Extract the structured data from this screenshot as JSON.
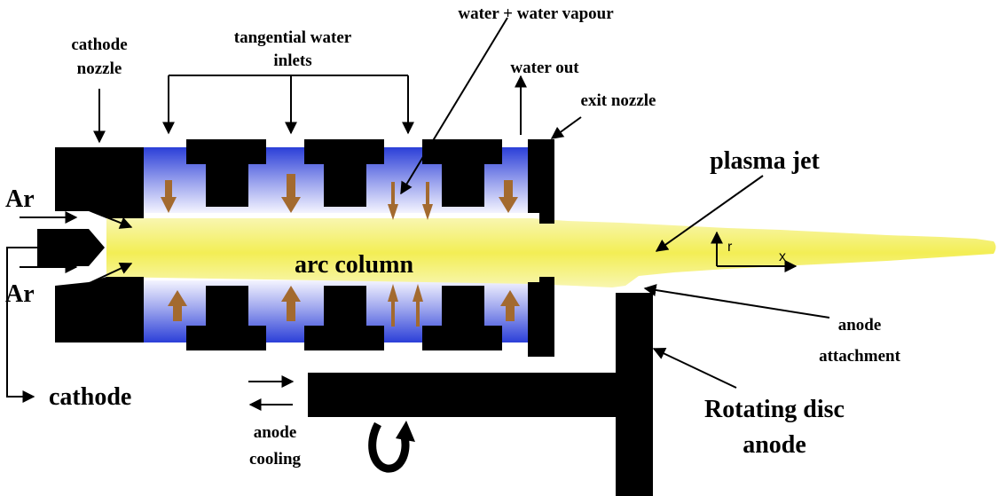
{
  "labels": {
    "cathode_nozzle_1": "cathode",
    "cathode_nozzle_2": "nozzle",
    "tangential_1": "tangential water",
    "tangential_2": "inlets",
    "water_vapour": "water + water vapour",
    "water_out": "water out",
    "exit_nozzle": "exit nozzle",
    "plasma_jet": "plasma jet",
    "ar_top": "Ar",
    "ar_bottom": "Ar",
    "arc_column": "arc column",
    "axis_r": "r",
    "axis_x": "x",
    "anode_attachment_1": "anode",
    "anode_attachment_2": "attachment",
    "cathode": "cathode",
    "anode_cooling_1": "anode",
    "anode_cooling_2": "cooling",
    "rotating_disc_1": "Rotating disc",
    "rotating_disc_2": "anode"
  },
  "colors": {
    "plasma": "#f5f06e",
    "water_dark": "#2b3fd8",
    "water_light": "#f4f4ff",
    "body": "#000000",
    "flow_arrow": "#a36a2f"
  }
}
